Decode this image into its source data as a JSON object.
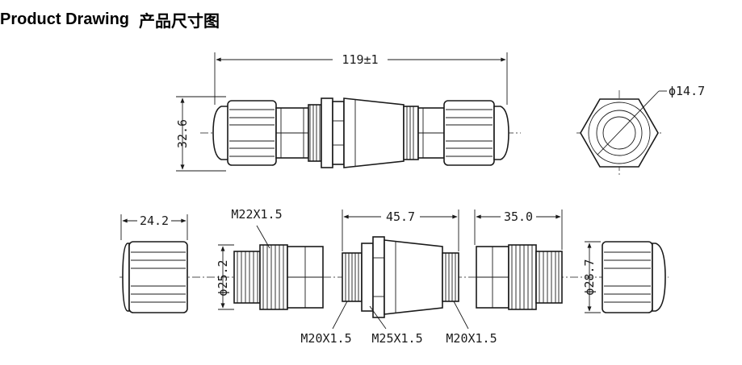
{
  "header": {
    "title_en": "Product Drawing",
    "title_cn": "产品尺寸图"
  },
  "dimensions": {
    "overall_length": "119±1",
    "overall_height": "32.6",
    "hex_diameter": "ϕ14.7",
    "nut_length": "24.2",
    "thread_m22": "M22X1.5",
    "inner_diameter": "ϕ25.2",
    "center_length": "45.7",
    "right_part_length": "35.0",
    "right_diameter": "ϕ28.7",
    "thread_m20_left": "M20X1.5",
    "thread_m25": "M25X1.5",
    "thread_m20_right": "M20X1.5"
  }
}
